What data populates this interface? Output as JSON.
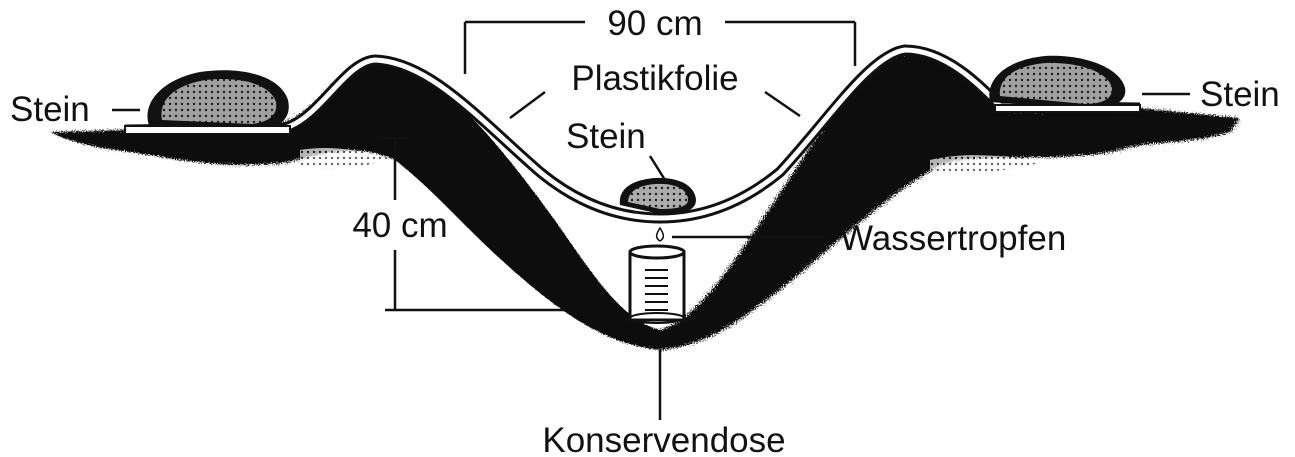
{
  "labels": {
    "width": "90 cm",
    "depth": "40 cm",
    "plastic_sheet": "Plastikfolie",
    "stone_left": "Stein",
    "stone_right": "Stein",
    "stone_center": "Stein",
    "water_drop": "Wassertropfen",
    "can": "Konservendose"
  },
  "colors": {
    "soil": "#111111",
    "sheet": "#ffffff",
    "background": "#ffffff"
  }
}
